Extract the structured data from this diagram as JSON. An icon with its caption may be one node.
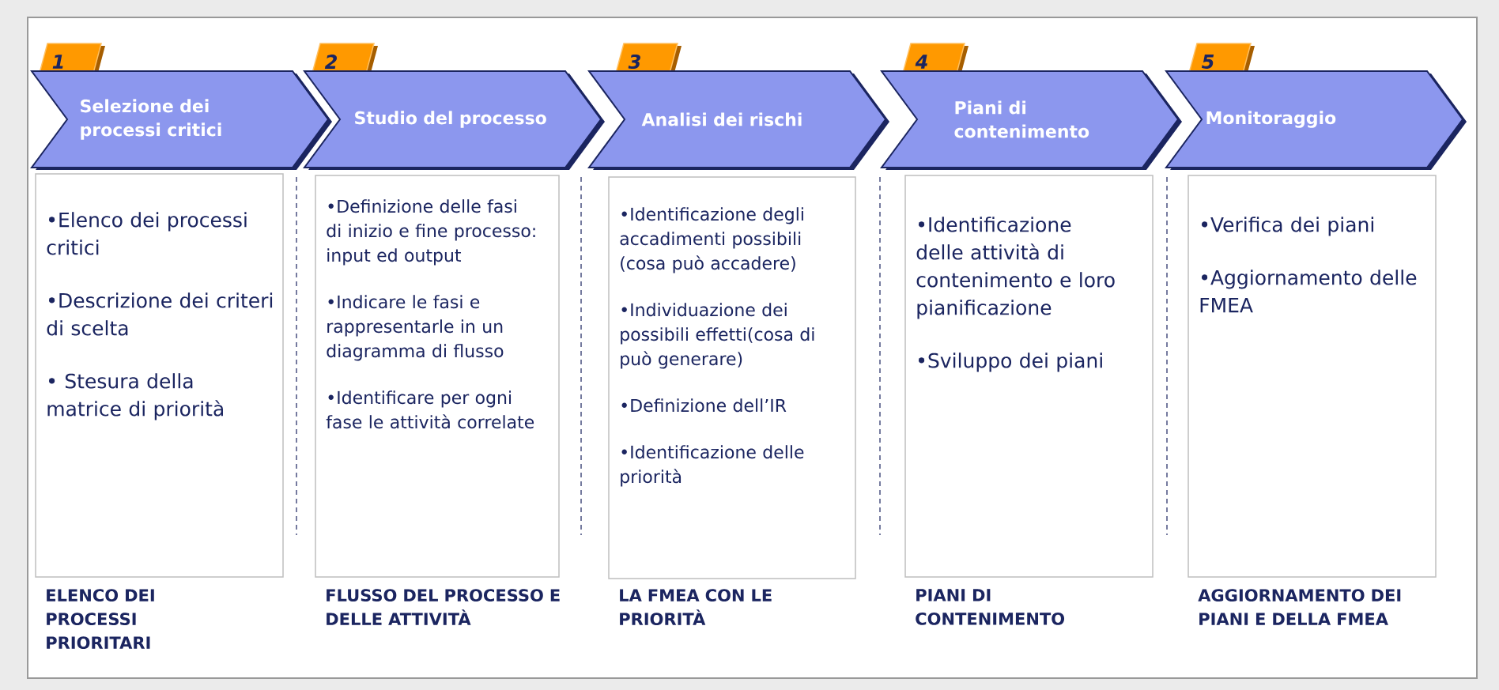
{
  "diagram": {
    "nodes": [
      {
        "text": [
          "1"
        ]
      },
      {
        "text": [
          "Selezione dei processi critici"
        ]
      },
      {
        "text": [
          "•Elenco dei processi critici",
          "•Descrizione dei criteri di scelta",
          "• Stesura della matrice di priorità"
        ],
        "beside": [
          "ELENCO DEI PROCESSI PRIORITARI"
        ]
      },
      {
        "text": [
          "2"
        ]
      },
      {
        "text": [
          "Studio del processo"
        ]
      },
      {
        "text": [
          "•Definizione delle fasi di inizio e fine processo: input ed output",
          "•Indicare le fasi  e rappresentarle in un diagramma di flusso",
          "•Identificare per ogni fase le attività correlate"
        ],
        "beside": [
          "FLUSSO DEL PROCESSO E DELLE ATTIVITÀ"
        ]
      },
      {
        "text": [
          "3"
        ]
      },
      {
        "text": [
          "Analisi dei rischi"
        ]
      },
      {
        "text": [
          "•Identificazione degli accadimenti possibili (cosa può accadere)",
          "•Individuazione dei possibili effetti(cosa di può generare)",
          "•Definizione dell’IR",
          "•Identificazione delle priorità"
        ],
        "beside": [
          "LA FMEA CON LE PRIORITÀ"
        ]
      },
      {
        "text": [
          "4"
        ]
      },
      {
        "text": [
          "Piani di contenimento"
        ]
      },
      {
        "text": [
          "•Identificazione delle attività di contenimento e loro pianificazione",
          "•Sviluppo dei piani"
        ],
        "beside": [
          "PIANI DI CONTENIMENTO"
        ]
      },
      {
        "text": [
          "5"
        ]
      },
      {
        "text": [
          "Monitoraggio"
        ]
      },
      {
        "text": [
          "•Verifica dei piani",
          "•Aggiornamento delle FMEA"
        ],
        "beside": [
          "AGGIORNAMENTO DEI PIANI E DELLA FMEA"
        ]
      }
    ]
  }
}
